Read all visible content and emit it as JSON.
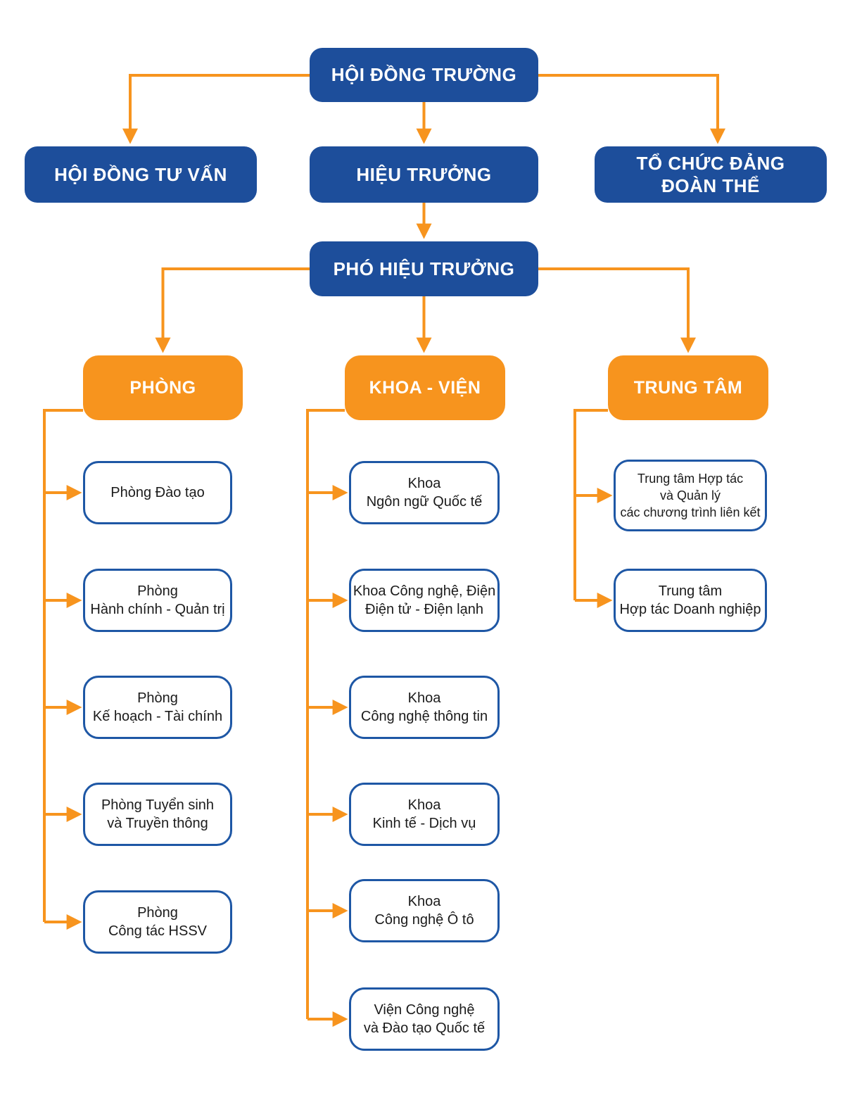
{
  "colors": {
    "blue": "#1d4e9b",
    "orange": "#f7941e",
    "child_border": "#1e57a5",
    "child_text": "#1b1b1b",
    "connector": "#f7941e"
  },
  "nodes": {
    "council": "HỘI ĐỒNG TRƯỜNG",
    "advisory": "HỘI ĐỒNG TƯ VẤN",
    "principal": "HIỆU TRƯỞNG",
    "party": "TỔ CHỨC ĐẢNG\nĐOÀN THỂ",
    "vice_principal": "PHÓ HIỆU TRƯỞNG"
  },
  "groups": [
    {
      "label": "PHÒNG",
      "children": [
        {
          "label": "Phòng Đào tạo"
        },
        {
          "label": "Phòng\nHành chính - Quản trị"
        },
        {
          "label": "Phòng\nKế hoạch - Tài chính"
        },
        {
          "label": "Phòng Tuyển sinh\nvà Truyền thông"
        },
        {
          "label": "Phòng\nCông tác HSSV"
        }
      ]
    },
    {
      "label": "KHOA - VIỆN",
      "children": [
        {
          "label": "Khoa\nNgôn ngữ Quốc tế"
        },
        {
          "label": "Khoa Công nghệ, Điện\nĐiện tử - Điện lạnh"
        },
        {
          "label": "Khoa\nCông nghệ thông tin"
        },
        {
          "label": "Khoa\nKinh tế - Dịch vụ"
        },
        {
          "label": "Khoa\nCông nghệ Ô tô"
        },
        {
          "label": "Viện Công nghệ\nvà Đào tạo Quốc tế"
        }
      ]
    },
    {
      "label": "TRUNG TÂM",
      "children": [
        {
          "label": "Trung tâm Hợp tác\nvà Quản lý\ncác chương trình liên kết"
        },
        {
          "label": "Trung tâm\nHợp tác Doanh nghiệp"
        }
      ]
    }
  ]
}
